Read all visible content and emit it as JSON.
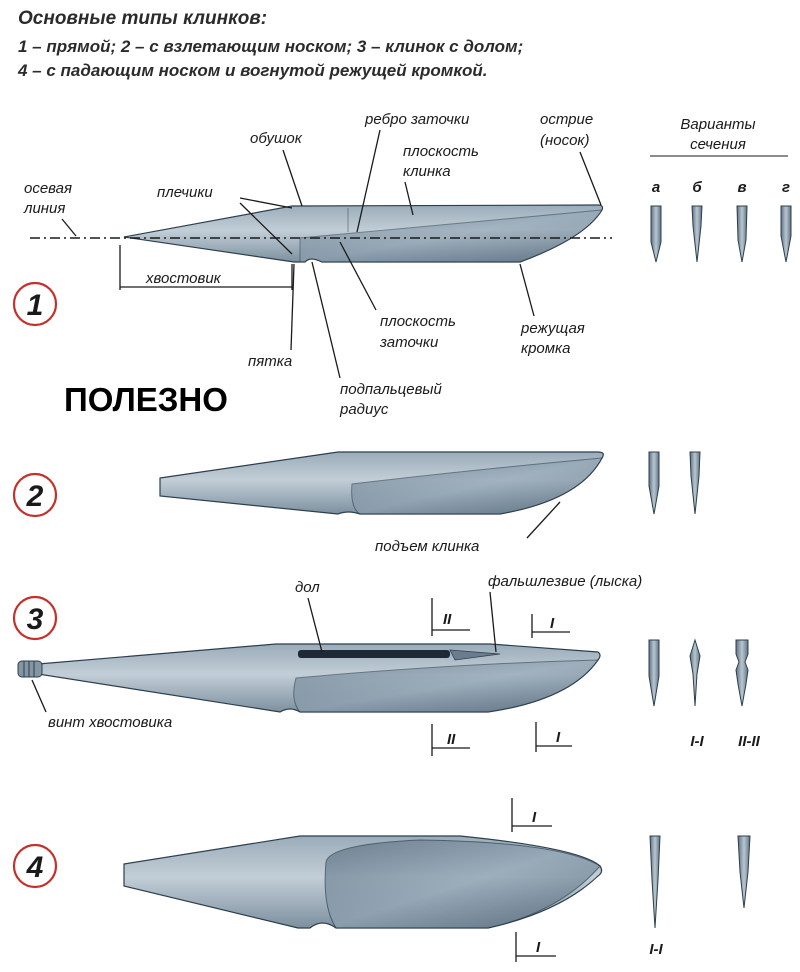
{
  "title": {
    "line1": "Основные типы клинков:",
    "line2": "1 – прямой; 2 – с взлетающим носком; 3 – клинок с долом;",
    "line3": "4 – с падающим носком и вогнутой режущей кромкой."
  },
  "badge": "ПОЛЕЗНО",
  "sections_header": {
    "line1": "Варианты",
    "line2": "сечения"
  },
  "section_letters": [
    "а",
    "б",
    "в",
    "г"
  ],
  "blade_numbers": [
    "1",
    "2",
    "3",
    "4"
  ],
  "labels": {
    "obushok": "обушок",
    "rebro": "ребро заточки",
    "ostrie1": "острие",
    "ostrie2": "(носок)",
    "ploskost_klinka1": "плоскость",
    "ploskost_klinka2": "клинка",
    "plechiki": "плечики",
    "osevaya1": "осевая",
    "osevaya2": "линия",
    "khvostovik": "хвостовик",
    "ploskost_zatochki1": "плоскость",
    "ploskost_zatochki2": "заточки",
    "rezhushchaya1": "режущая",
    "rezhushchaya2": "кромка",
    "pyatka": "пятка",
    "podpaltsevy1": "подпальцевый",
    "podpaltsevy2": "радиус",
    "podem": "подъем клинка",
    "dol": "дол",
    "falshlezvie": "фальшлезвие (лыска)",
    "vint": "винт хвостовика",
    "mark_I": "I",
    "mark_II": "II",
    "sec_I_I": "I-I",
    "sec_II_II": "II-II"
  },
  "colors": {
    "steel_light": "#b6c3cd",
    "steel_dark": "#55687a",
    "outline": "#2d3f4d",
    "circle": "#c4302b"
  }
}
